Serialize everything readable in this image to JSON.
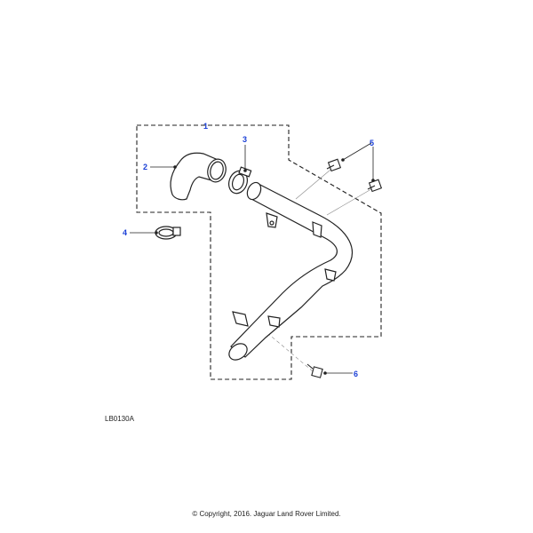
{
  "diagram": {
    "reference": "LB0130A",
    "callout_color": "#1a3fd6",
    "callouts": [
      "1",
      "2",
      "3",
      "4",
      "5",
      "6"
    ]
  },
  "footer": {
    "copyright": "© Copyright, 2016. Jaguar Land Rover Limited."
  }
}
